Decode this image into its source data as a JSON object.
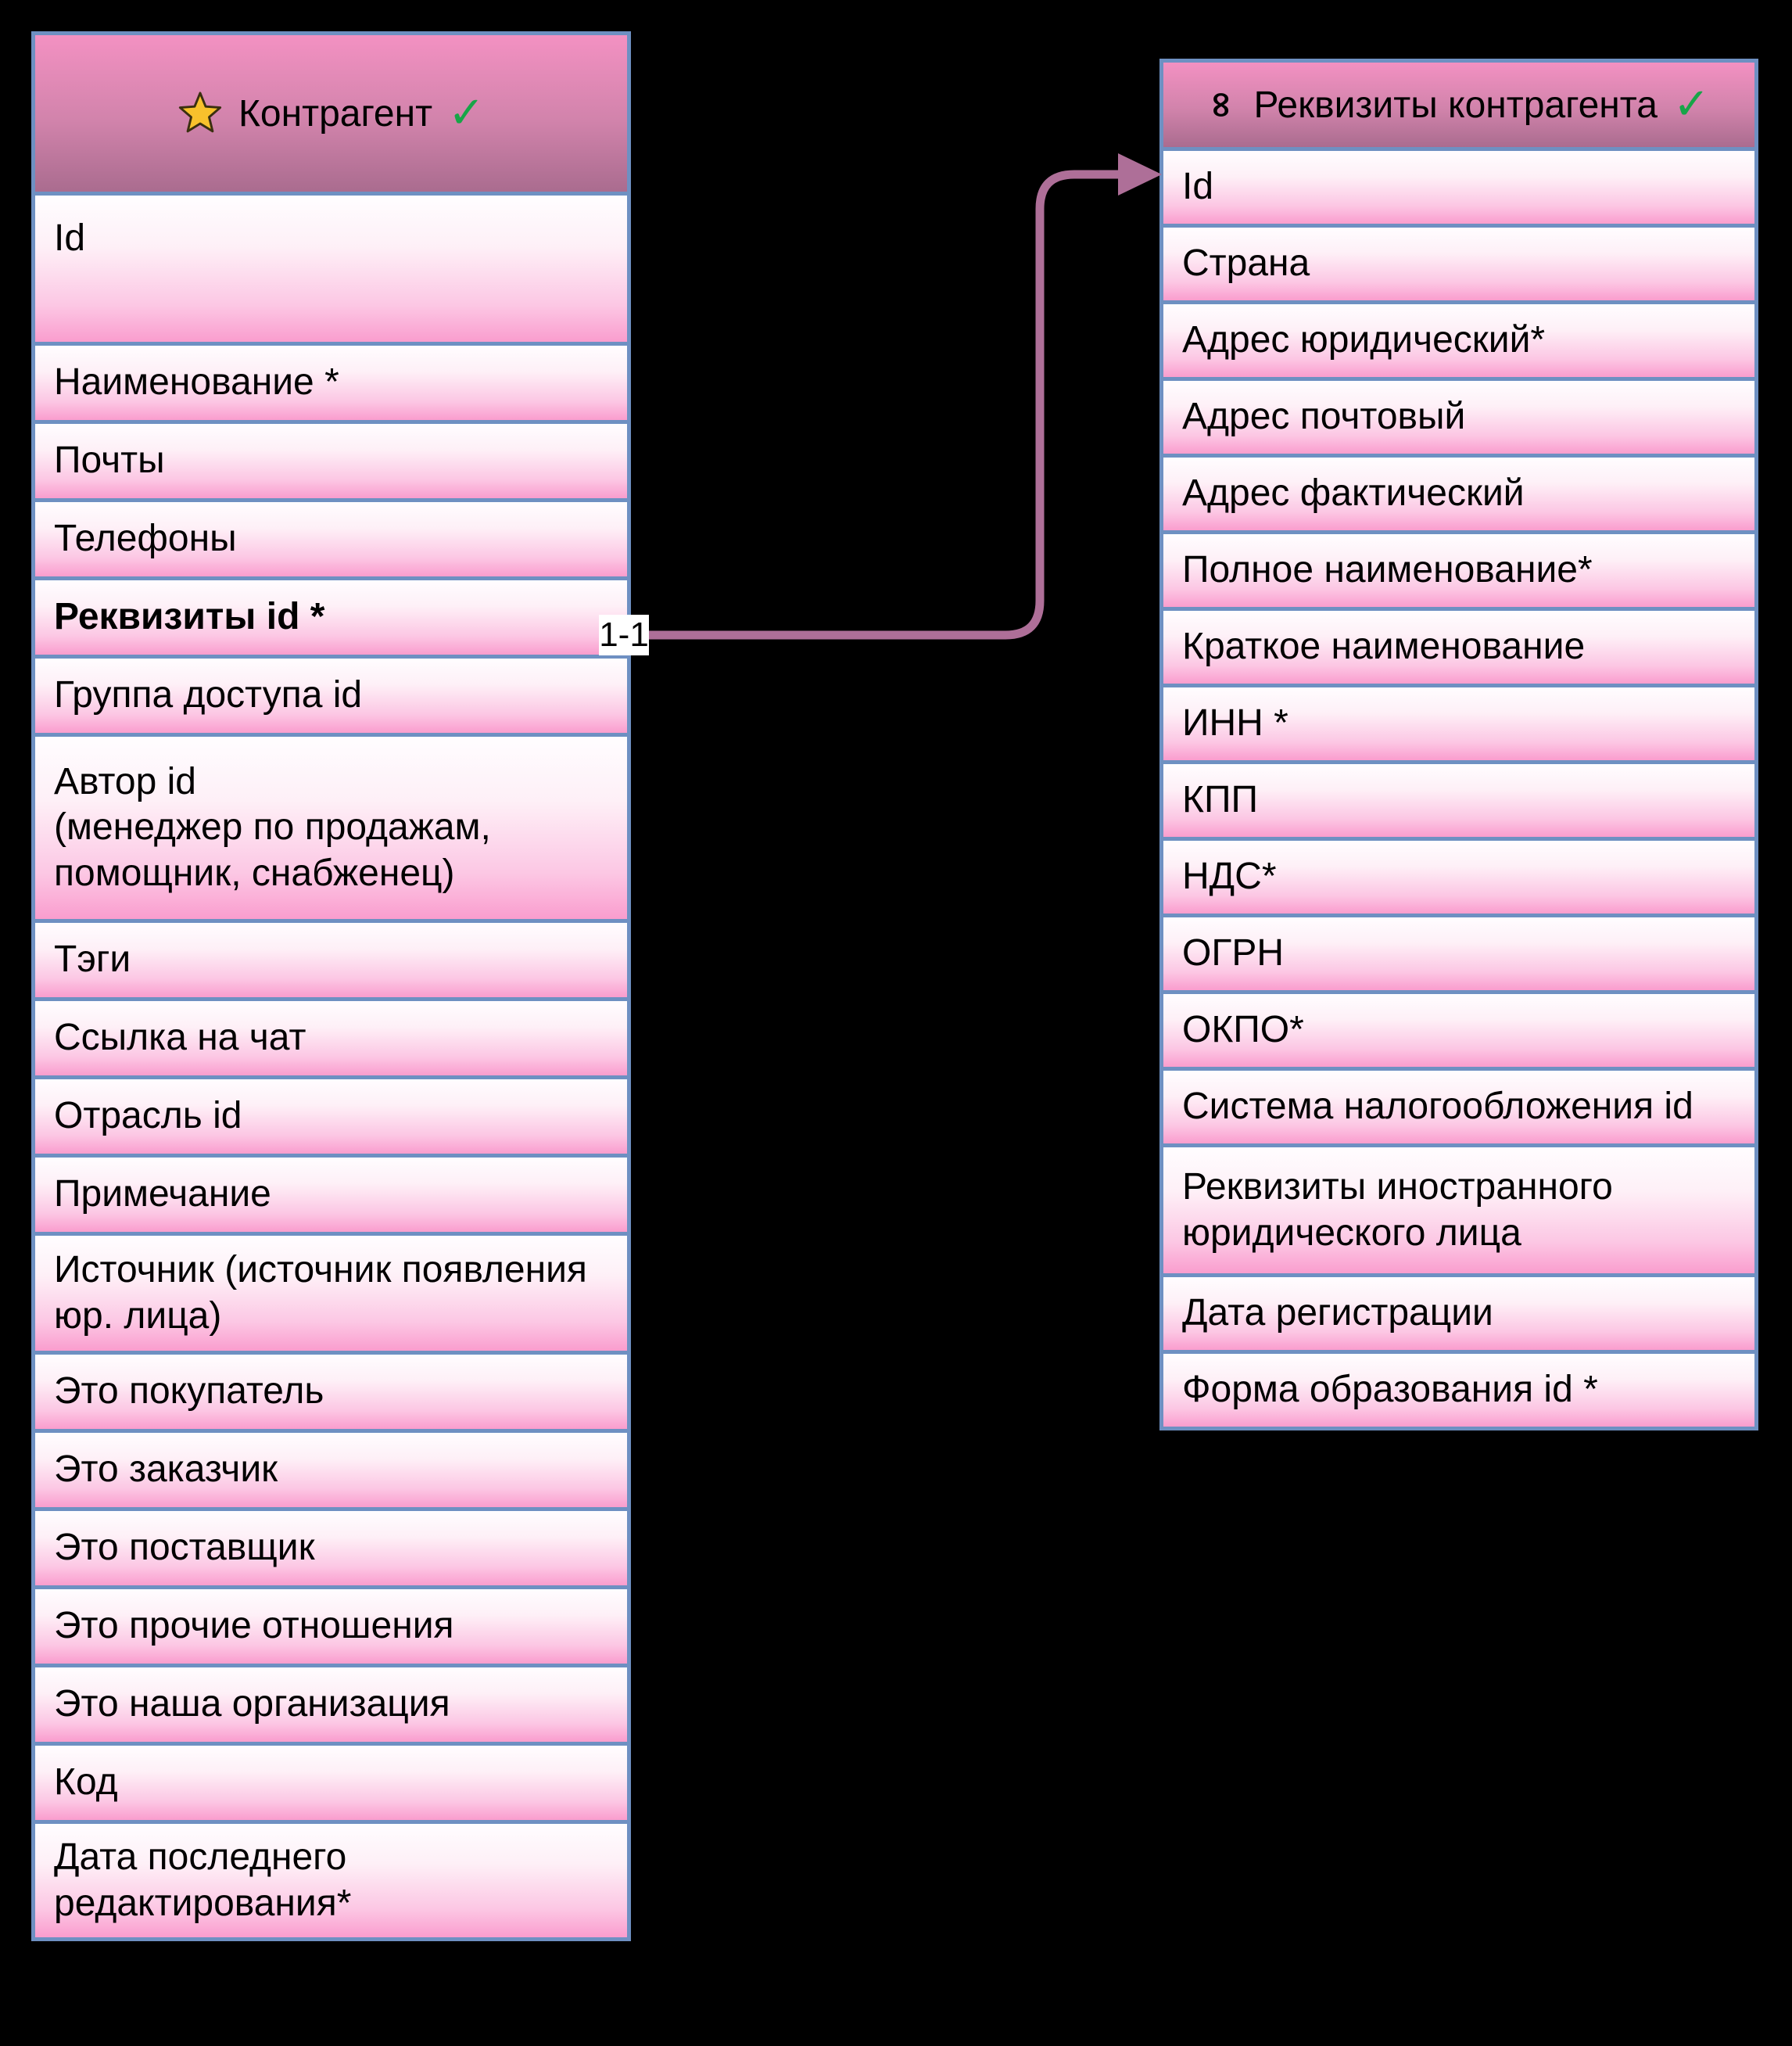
{
  "background_color": "#000000",
  "icons": {
    "check": "✓",
    "infinity": "∞"
  },
  "connector": {
    "label": "1-1",
    "color": "#ae6f98",
    "from_field": "Реквизиты id *",
    "to_field": "Id"
  },
  "tables": {
    "left": {
      "title": "Контрагент",
      "fields": [
        {
          "label": "Id"
        },
        {
          "label": "Наименование *"
        },
        {
          "label": "Почты"
        },
        {
          "label": "Телефоны"
        },
        {
          "label": "Реквизиты id *"
        },
        {
          "label": "Группа доступа id"
        },
        {
          "label": "Автор id\n(менеджер по продажам,\nпомощник, снабженец)"
        },
        {
          "label": "Тэги"
        },
        {
          "label": "Ссылка на чат"
        },
        {
          "label": "Отрасль id"
        },
        {
          "label": "Примечание"
        },
        {
          "label": "Источник (источник появления\nюр. лица)"
        },
        {
          "label": "Это покупатель"
        },
        {
          "label": "Это заказчик"
        },
        {
          "label": "Это поставщик"
        },
        {
          "label": "Это прочие отношения"
        },
        {
          "label": "Это наша организация"
        },
        {
          "label": "Код"
        },
        {
          "label": "Дата последнего\nредактирования*"
        }
      ]
    },
    "right": {
      "title": "Реквизиты контрагента",
      "fields": [
        {
          "label": "Id"
        },
        {
          "label": "Страна"
        },
        {
          "label": "Адрес юридический*"
        },
        {
          "label": "Адрес почтовый"
        },
        {
          "label": "Адрес фактический"
        },
        {
          "label": "Полное наименование*"
        },
        {
          "label": "Краткое наименование"
        },
        {
          "label": "ИНН *"
        },
        {
          "label": "КПП"
        },
        {
          "label": "НДС*"
        },
        {
          "label": "ОГРН"
        },
        {
          "label": "ОКПО*"
        },
        {
          "label": "Система налогообложения id"
        },
        {
          "label": "Реквизиты иностранного\nюридического лица"
        },
        {
          "label": "Дата регистрации"
        },
        {
          "label": "Форма образования id *"
        }
      ]
    }
  }
}
